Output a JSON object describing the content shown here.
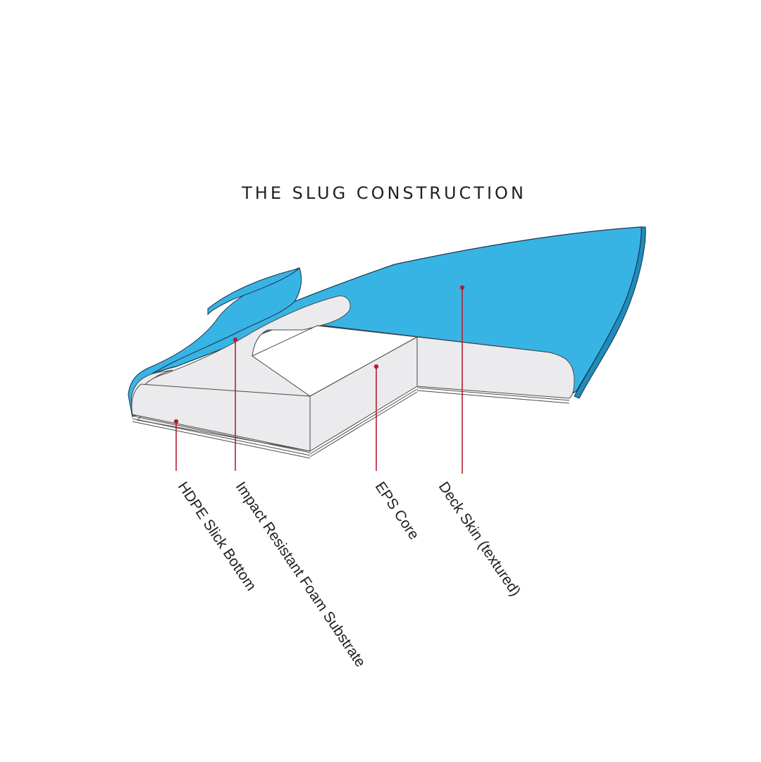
{
  "title": "THE SLUG CONSTRUCTION",
  "colors": {
    "deck_blue": "#38b4e4",
    "deck_outline": "#17364a",
    "layer_fill": "#ebebed",
    "layer_edge": "#4a4a4a",
    "callout_red": "#b5202e",
    "text": "#231f20"
  },
  "callouts": [
    {
      "id": "hdpe",
      "label": "HDPE Slick Bottom"
    },
    {
      "id": "impact",
      "label": "Impact Resistant Foam Substrate"
    },
    {
      "id": "eps",
      "label": "EPS Core"
    },
    {
      "id": "deck",
      "label": "Deck Skin (textured)"
    }
  ]
}
